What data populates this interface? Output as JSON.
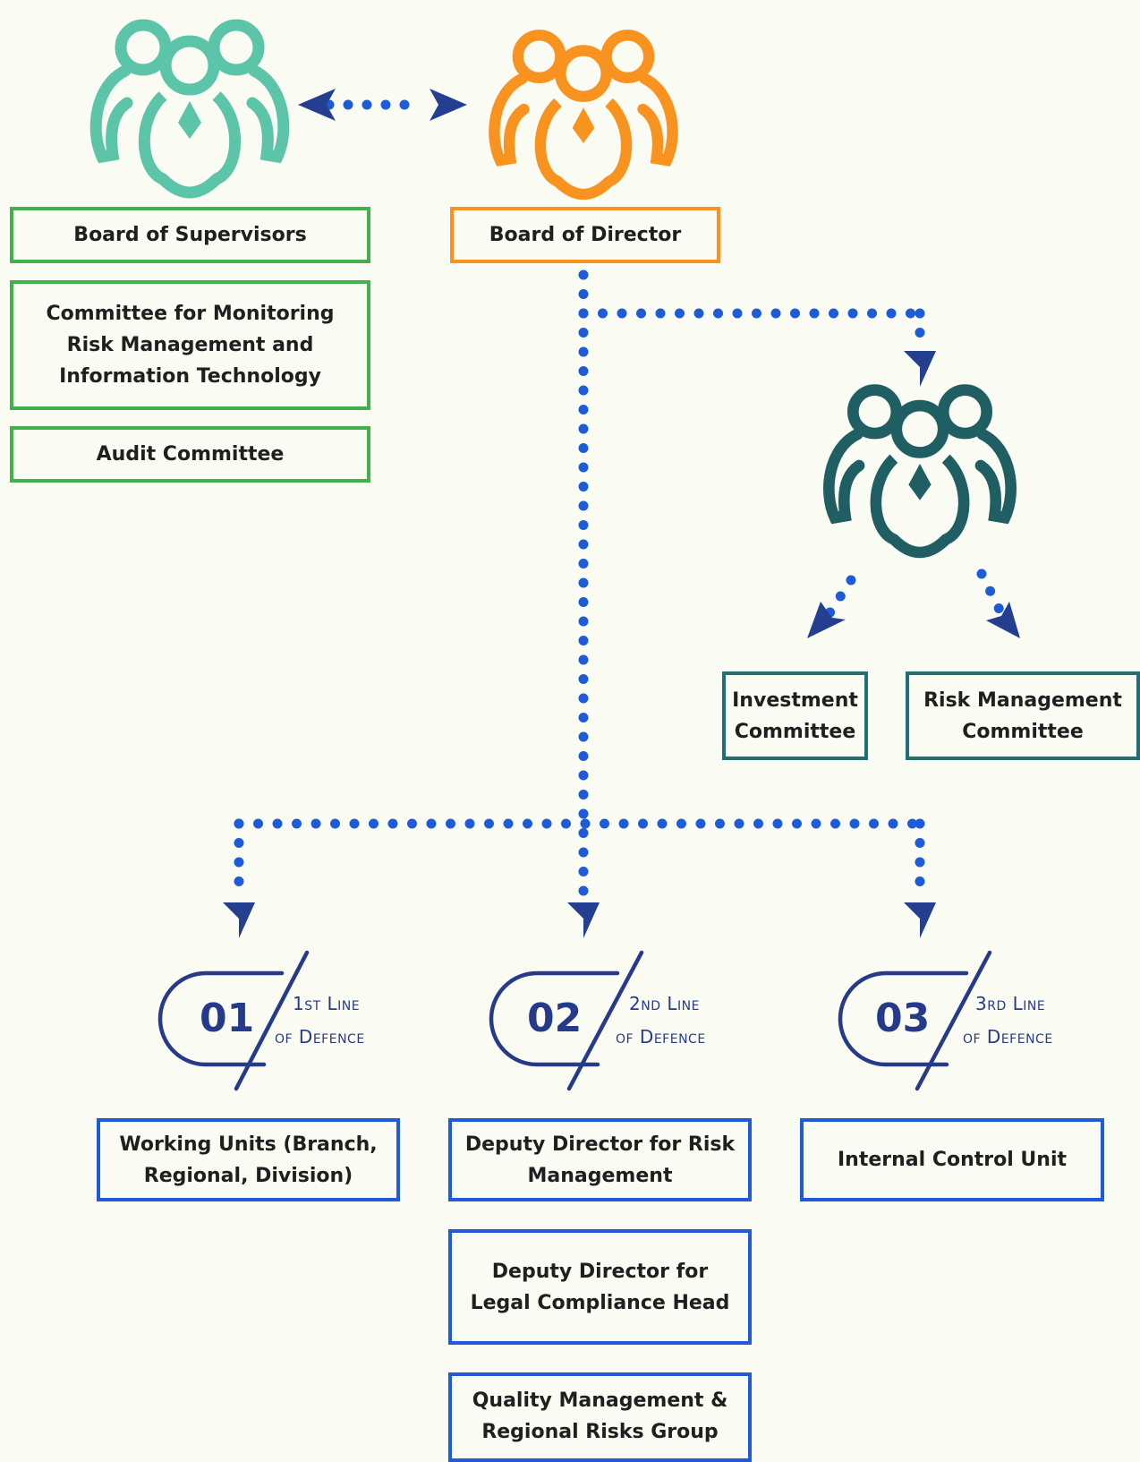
{
  "colors": {
    "supervisors": "#5cc4a8",
    "directors": "#f7931e",
    "committees": "#1f5f63",
    "arrow": "#243f8f",
    "dotted_line": "#1d5bd8",
    "defence": "#253b8a"
  },
  "top": {
    "board_supervisors": "Board of Supervisors",
    "board_director": "Board of Director",
    "committee_it": "Committee for Monitoring Risk Management and Information Technology",
    "audit_committee": "Audit Committee"
  },
  "committees": {
    "investment": "Investment Committee",
    "risk_management": "Risk Management Committee"
  },
  "lines_of_defence": [
    {
      "number": "01",
      "line1": "1st Line",
      "line2": "of Defence"
    },
    {
      "number": "02",
      "line1": "2nd Line",
      "line2": "of Defence"
    },
    {
      "number": "03",
      "line1": "3rd Line",
      "line2": "of Defence"
    }
  ],
  "units": {
    "working_units": "Working Units (Branch, Regional, Division)",
    "deputy_risk": "Deputy Director for Risk Management",
    "deputy_legal": "Deputy Director for Legal Compliance Head",
    "quality_group": "Quality Management & Regional Risks Group",
    "internal_control": "Internal Control Unit"
  },
  "icons": [
    "people-group-icon",
    "people-group-icon",
    "people-group-icon"
  ]
}
